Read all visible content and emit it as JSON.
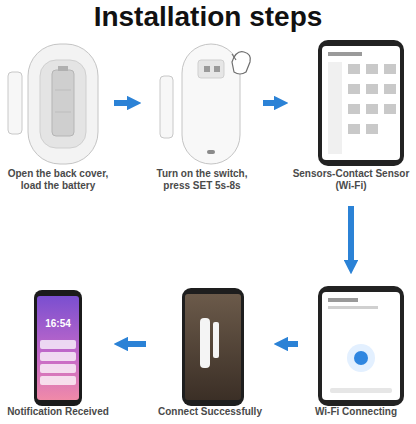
{
  "diagram": {
    "title": "Installation steps",
    "nodes": [
      {
        "text": [
          "Open the back cover, load the battery"
        ]
      },
      {
        "text": [
          "Turn on the switch, press SET 5s-8s"
        ]
      },
      {
        "text": [
          "Sensors-Contact Sensor (Wi-Fi)"
        ]
      },
      {
        "text": [
          "Wi-Fi Connecting"
        ]
      },
      {
        "text": [
          "Connect Successfully"
        ]
      },
      {
        "text": [
          "Notification Received"
        ]
      }
    ],
    "edges": [
      {
        "from": 0,
        "to": 1,
        "arrow": "to"
      },
      {
        "from": 1,
        "to": 2,
        "arrow": "to"
      },
      {
        "from": 2,
        "to": 3,
        "arrow": "to"
      },
      {
        "from": 3,
        "to": 4,
        "arrow": "to"
      },
      {
        "from": 4,
        "to": 5,
        "arrow": "to"
      }
    ],
    "labels": [
      "16:54"
    ]
  }
}
